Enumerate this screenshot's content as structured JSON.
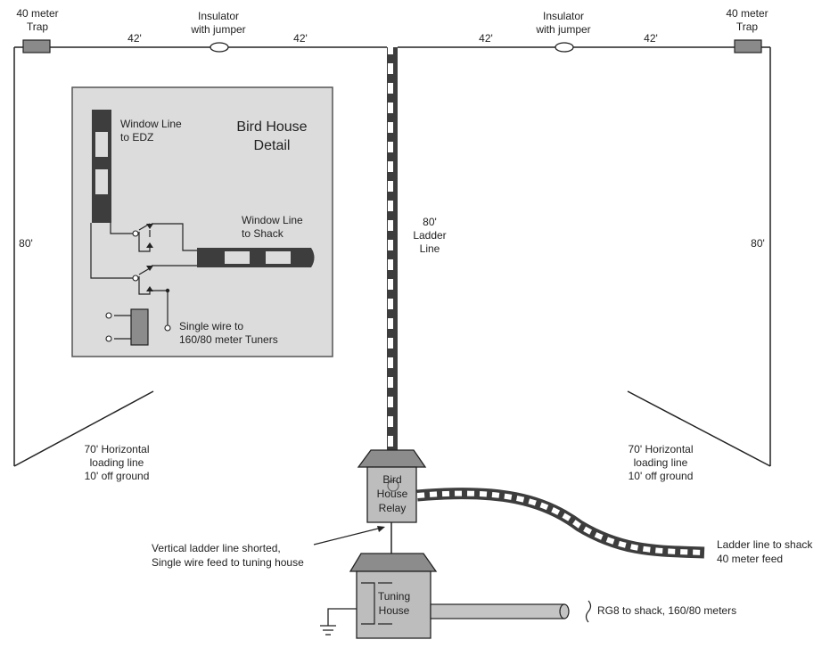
{
  "labels": {
    "trap_left_1": "40 meter",
    "trap_left_2": "Trap",
    "trap_right_1": "40 meter",
    "trap_right_2": "Trap",
    "insulator_left_1": "Insulator",
    "insulator_left_2": "with jumper",
    "insulator_right_1": "Insulator",
    "insulator_right_2": "with jumper",
    "len_l1": "42'",
    "len_l2": "42'",
    "len_r1": "42'",
    "len_r2": "42'",
    "vert_left": "80'",
    "vert_right": "80'",
    "ladder_1": "80'",
    "ladder_2": "Ladder",
    "ladder_3": "Line",
    "horiz_left_1": "70' Horizontal",
    "horiz_left_2": "loading line",
    "horiz_left_3": "10' off ground",
    "horiz_right_1": "70' Horizontal",
    "horiz_right_2": "loading line",
    "horiz_right_3": "10' off ground",
    "bird_house_1": "Bird",
    "bird_house_2": "House",
    "bird_house_3": "Relay",
    "tuning_1": "Tuning",
    "tuning_2": "House",
    "shorted_1": "Vertical ladder line shorted,",
    "shorted_2": "Single wire feed to tuning house",
    "shack_1": "Ladder line to shack",
    "shack_2": "40 meter feed",
    "rg8": "RG8 to shack, 160/80 meters"
  },
  "detail": {
    "title_1": "Bird House",
    "title_2": "Detail",
    "window_edz_1": "Window Line",
    "window_edz_2": "to EDZ",
    "window_shack_1": "Window Line",
    "window_shack_2": "to Shack",
    "single_wire_1": "Single wire to",
    "single_wire_2": "160/80 meter Tuners"
  },
  "colors": {
    "ladder": "#3d3d3d",
    "trap": "#8a8a8a",
    "detail_bg": "#dcdcdc",
    "house": "#bdbdbd",
    "roof": "#8c8c8c",
    "coax": "#c4c4c4"
  }
}
